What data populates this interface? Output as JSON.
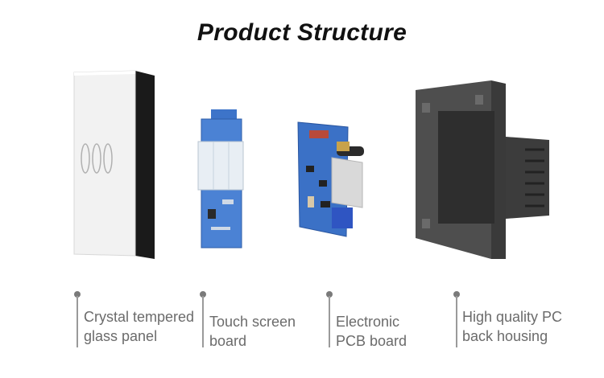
{
  "title": "Product Structure",
  "components": [
    {
      "line1": "Crystal tempered",
      "line2": "glass panel"
    },
    {
      "line1": "Touch screen",
      "line2": "board"
    },
    {
      "line1": "Electronic",
      "line2": "PCB board"
    },
    {
      "line1": "High quality PC",
      "line2": "back housing"
    }
  ],
  "colors": {
    "title": "#111111",
    "label": "#6b6b6b",
    "pcb_blue": "#3d74c9",
    "housing": "#5a5a5a"
  }
}
